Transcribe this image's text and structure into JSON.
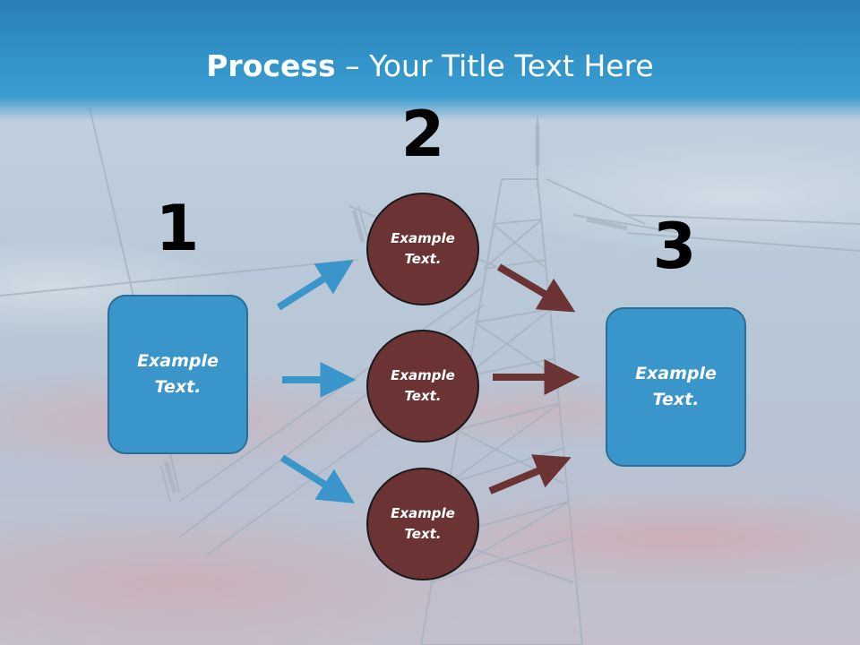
{
  "title": {
    "bold": "Process",
    "rest": " – Your Title Text Here"
  },
  "steps": {
    "one": {
      "number": "1",
      "text": "Example\nText."
    },
    "two": {
      "number": "2",
      "items": [
        {
          "text": "Example\nText."
        },
        {
          "text": "Example\nText."
        },
        {
          "text": "Example\nText."
        }
      ]
    },
    "three": {
      "number": "3",
      "text": "Example\nText."
    }
  },
  "colors": {
    "header": "#3396cb",
    "box_fill": "#3a95cb",
    "circle_fill": "#6b3333",
    "arrow_blue": "#3a95cb",
    "arrow_brown": "#6b3333"
  }
}
